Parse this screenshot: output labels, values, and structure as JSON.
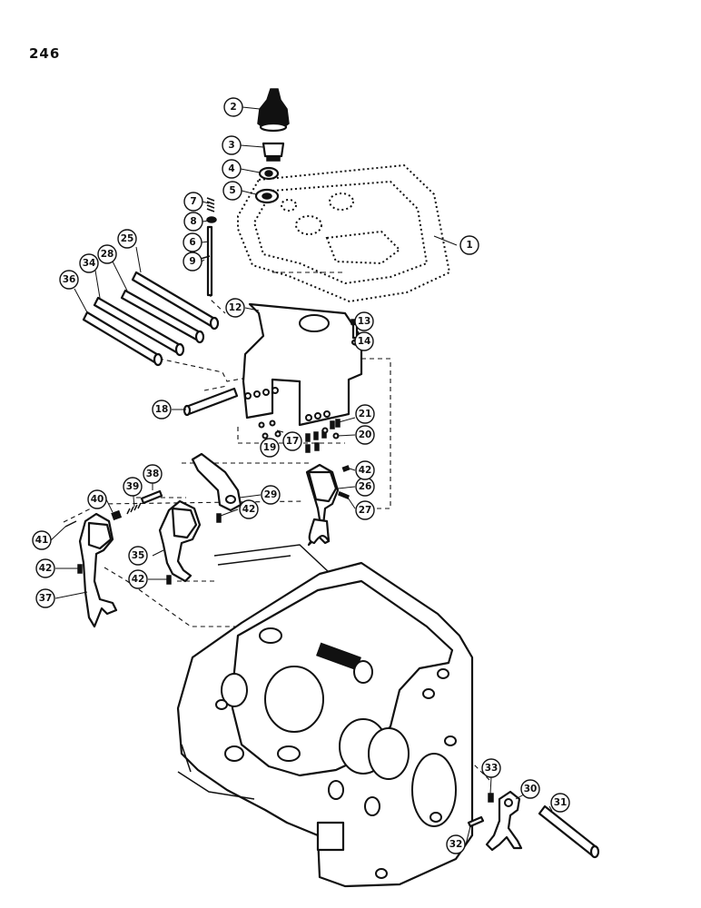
{
  "page": {
    "number": "246"
  },
  "callouts": [
    {
      "label": "1"
    },
    {
      "label": "2"
    },
    {
      "label": "3"
    },
    {
      "label": "4"
    },
    {
      "label": "5"
    },
    {
      "label": "6"
    },
    {
      "label": "7"
    },
    {
      "label": "8"
    },
    {
      "label": "9"
    },
    {
      "label": "12"
    },
    {
      "label": "13"
    },
    {
      "label": "14"
    },
    {
      "label": "17"
    },
    {
      "label": "18"
    },
    {
      "label": "19"
    },
    {
      "label": "20"
    },
    {
      "label": "21"
    },
    {
      "label": "25"
    },
    {
      "label": "26"
    },
    {
      "label": "27"
    },
    {
      "label": "28"
    },
    {
      "label": "29"
    },
    {
      "label": "30"
    },
    {
      "label": "31"
    },
    {
      "label": "32"
    },
    {
      "label": "33"
    },
    {
      "label": "34"
    },
    {
      "label": "35"
    },
    {
      "label": "36"
    },
    {
      "label": "37"
    },
    {
      "label": "38"
    },
    {
      "label": "39"
    },
    {
      "label": "40"
    },
    {
      "label": "41"
    },
    {
      "label": "42"
    },
    {
      "label": "42"
    },
    {
      "label": "42"
    },
    {
      "label": "42"
    }
  ]
}
